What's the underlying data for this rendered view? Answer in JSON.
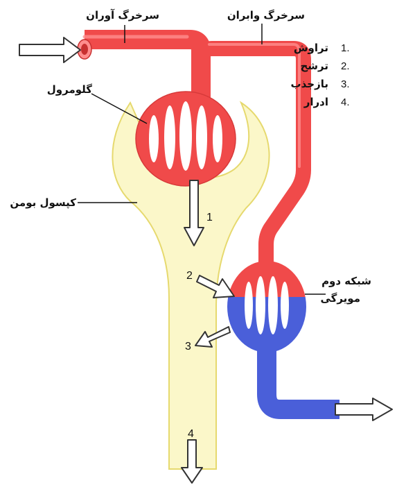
{
  "labels": {
    "afferent_arteriole": "سرخرگ آوران",
    "efferent_arteriole": "سرخرگ وابران",
    "glomerulus": "گلومرول",
    "bowman_capsule": "کپسول بومن",
    "peritubular_capillaries_line1": "شبکه دوم",
    "peritubular_capillaries_line2": "مویرگی"
  },
  "legend": {
    "items": [
      {
        "number": "1.",
        "text": "تراوش"
      },
      {
        "number": "2.",
        "text": "ترشح"
      },
      {
        "number": "3.",
        "text": "بازجذب"
      },
      {
        "number": "4.",
        "text": "ادرار"
      }
    ]
  },
  "step_numbers": {
    "filtration": "1",
    "secretion": "2",
    "reabsorption": "3",
    "excretion": "4"
  },
  "colors": {
    "arterial_blood": "#f04a4a",
    "arterial_highlight": "#ff8d8d",
    "venous_blood": "#4a5fd9",
    "capsule_fill": "#fbf7c9",
    "capsule_stroke": "#e6d96e",
    "arrow_fill": "#ffffff",
    "arrow_stroke": "#333333"
  }
}
